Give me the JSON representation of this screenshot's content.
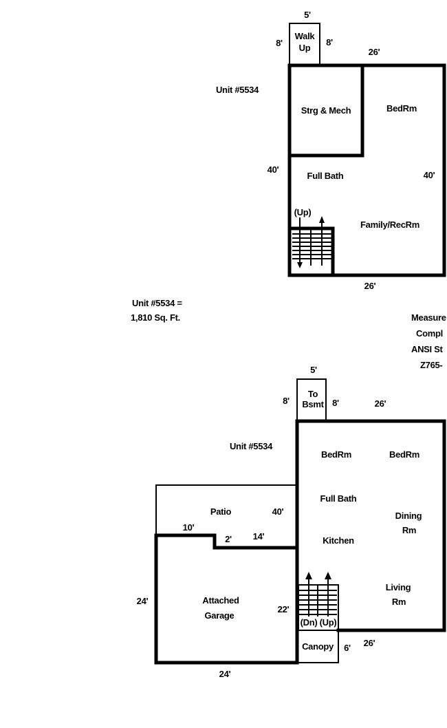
{
  "basement": {
    "unit_label": "Unit #5534",
    "walk_up": {
      "line1": "Walk",
      "line2": "Up"
    },
    "walk_up_width": "5'",
    "walk_up_left": "8'",
    "walk_up_right": "8'",
    "top_width": "26'",
    "left_depth": "40'",
    "right_depth": "40'",
    "bottom_width": "26'",
    "rooms": {
      "storage": "Strg & Mech",
      "bedroom": "BedRm",
      "full_bath": "Full Bath",
      "family": "Family/RecRm",
      "stairs_up": "(Up)"
    }
  },
  "summary": {
    "line1": "Unit #5534 =",
    "line2": "1,810 Sq. Ft."
  },
  "measurement_note": {
    "line1": "Measure",
    "line2": "Compl",
    "line3": "ANSI St",
    "line4": "Z765-"
  },
  "main_floor": {
    "unit_label": "Unit #5534",
    "to_bsmt": {
      "line1": "To",
      "line2": "Bsmt"
    },
    "to_bsmt_width": "5'",
    "to_bsmt_left": "8'",
    "to_bsmt_right": "8'",
    "top_width": "26'",
    "patio_depth": "40'",
    "patio_step": "10'",
    "garage_step": "2'",
    "garage_inner": "14'",
    "garage_left": "24'",
    "garage_right": "22'",
    "garage_bottom": "24'",
    "canopy_depth": "6'",
    "bottom_width": "26'",
    "rooms": {
      "bedroom1": "BedRm",
      "bedroom2": "BedRm",
      "full_bath": "Full Bath",
      "dining1": "Dining",
      "dining2": "Rm",
      "kitchen": "Kitchen",
      "living1": "Living",
      "living2": "Rm",
      "patio": "Patio",
      "garage1": "Attached",
      "garage2": "Garage",
      "stairs_down": "(Dn)",
      "stairs_up": "(Up)",
      "canopy": "Canopy"
    }
  }
}
